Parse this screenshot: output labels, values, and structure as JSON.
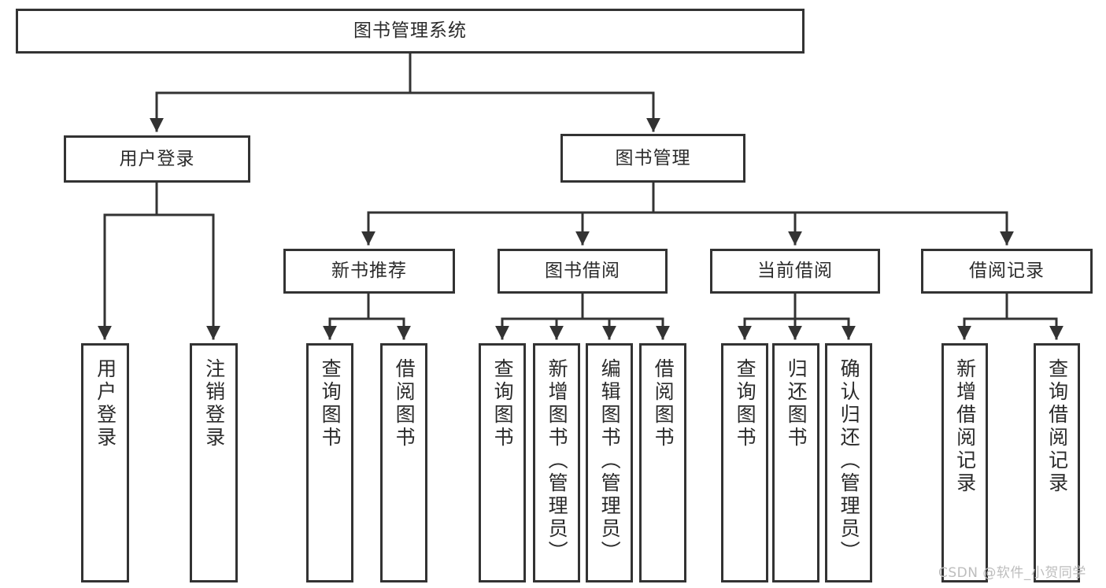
{
  "diagram": {
    "title": "图书管理系统",
    "type": "tree-hierarchy",
    "watermark": "CSDN @软件_小贺同学",
    "colors": {
      "border": "#333333",
      "text": "#2b2b2b",
      "background": "#ffffff",
      "watermark": "#bdbdbd"
    }
  },
  "root": {
    "label": "图书管理系统"
  },
  "level2": [
    {
      "label": "用户登录"
    },
    {
      "label": "图书管理"
    }
  ],
  "level3": [
    {
      "label": "新书推荐"
    },
    {
      "label": "图书借阅"
    },
    {
      "label": "当前借阅"
    },
    {
      "label": "借阅记录"
    }
  ],
  "leaves": {
    "user_login": [
      {
        "label": "用户登录"
      },
      {
        "label": "注销登录"
      }
    ],
    "new_book_recommend": [
      {
        "label": "查询图书"
      },
      {
        "label": "借阅图书"
      }
    ],
    "book_borrow": [
      {
        "label": "查询图书"
      },
      {
        "label": "新增图书（管理员）"
      },
      {
        "label": "编辑图书（管理员）"
      },
      {
        "label": "借阅图书"
      }
    ],
    "current_borrow": [
      {
        "label": "查询图书"
      },
      {
        "label": "归还图书"
      },
      {
        "label": "确认归还（管理员）"
      }
    ],
    "borrow_record": [
      {
        "label": "新增借阅记录"
      },
      {
        "label": "查询借阅记录"
      }
    ]
  }
}
